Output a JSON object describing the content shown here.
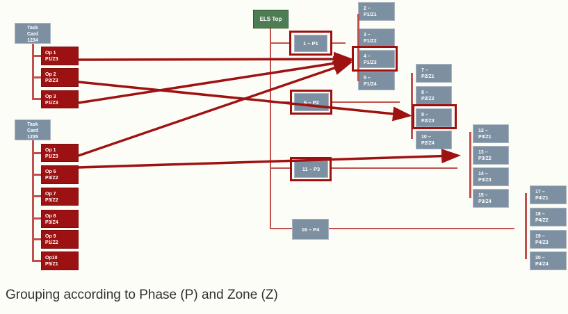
{
  "caption": "Grouping according to Phase (P) and Zone (Z)",
  "els_top": {
    "label": "ELS Top"
  },
  "task_cards": [
    {
      "title_lines": [
        "Task",
        "Card",
        "1234"
      ],
      "ops": [
        {
          "name": "Op 1",
          "pz": "P1/Z3"
        },
        {
          "name": "Op 2",
          "pz": "P2/Z3"
        },
        {
          "name": "Op 3",
          "pz": "P1/Z3"
        }
      ]
    },
    {
      "title_lines": [
        "Task",
        "Card",
        "1235"
      ],
      "ops": [
        {
          "name": "Op 1",
          "pz": "P1/Z3"
        },
        {
          "name": "Op 6",
          "pz": "P3/Z2"
        },
        {
          "name": "Op 7",
          "pz": "P3/Z2"
        },
        {
          "name": "Op 8",
          "pz": "P3/Z4"
        },
        {
          "name": "Op 9",
          "pz": "P1/Z2"
        },
        {
          "name": "Op10",
          "pz": "P5/Z1"
        }
      ]
    }
  ],
  "phases": [
    {
      "label": "1 – P1",
      "highlighted": true
    },
    {
      "label": "6 – P2",
      "highlighted": true
    },
    {
      "label": "11 – P3",
      "highlighted": true
    },
    {
      "label": "16 – P4",
      "highlighted": false
    }
  ],
  "zones": [
    {
      "num": "2 –",
      "pz": "P1/Z1"
    },
    {
      "num": "3 –",
      "pz": "P1/Z2"
    },
    {
      "num": "4 –",
      "pz": "P1/Z3",
      "highlighted": true
    },
    {
      "num": "5 –",
      "pz": "P1/Z4"
    },
    {
      "num": "7 –",
      "pz": "P2/Z1"
    },
    {
      "num": "8 –",
      "pz": "P2/Z2"
    },
    {
      "num": "9 –",
      "pz": "P2/Z3",
      "highlighted": true
    },
    {
      "num": "10 –",
      "pz": "P2/Z4"
    },
    {
      "num": "12 –",
      "pz": "P3/Z1"
    },
    {
      "num": "13 –",
      "pz": "P3/Z2"
    },
    {
      "num": "14 –",
      "pz": "P3/Z3"
    },
    {
      "num": "15 –",
      "pz": "P3/Z4"
    },
    {
      "num": "17 –",
      "pz": "P4/Z1"
    },
    {
      "num": "18 –",
      "pz": "P4/Z2"
    },
    {
      "num": "19 –",
      "pz": "P4/Z3"
    },
    {
      "num": "20 –",
      "pz": "P4/Z4"
    }
  ],
  "colors": {
    "node_gray": "#7D90A2",
    "node_red": "#9C1111",
    "node_green": "#4F7D53",
    "thin_line": "#C0504D",
    "arrow": "#9E1212",
    "highlight_border": "#9E0F0F"
  }
}
